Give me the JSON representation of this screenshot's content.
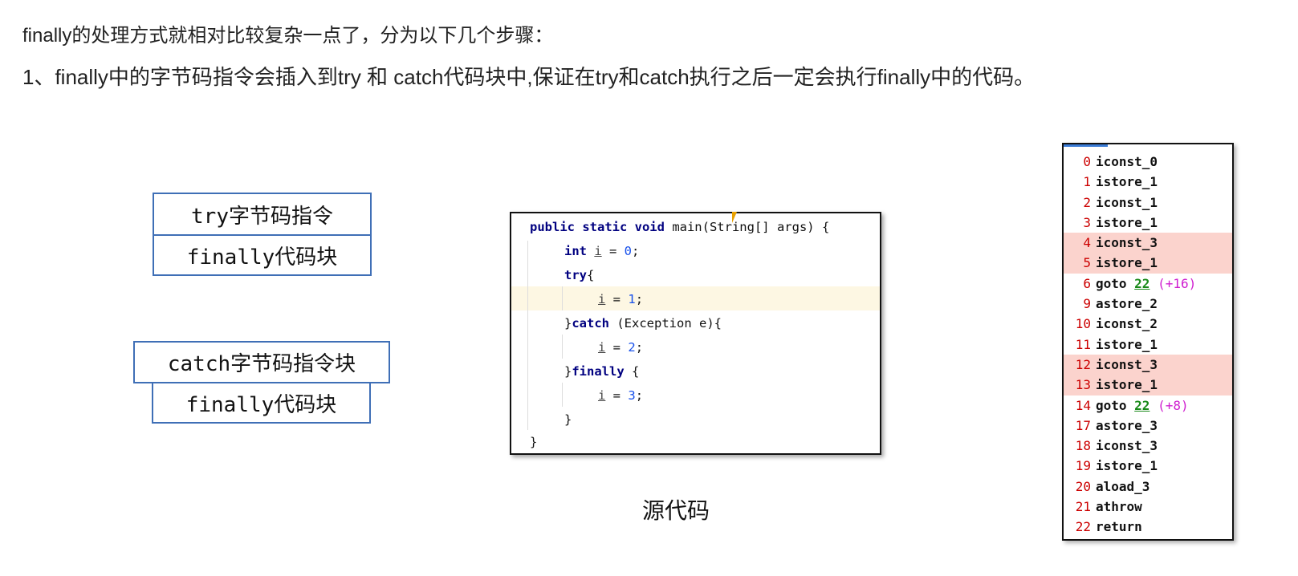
{
  "heading": "finally的处理方式就相对比较复杂一点了，分为以下几个步骤：",
  "step1": "1、finally中的字节码指令会插入到try 和 catch代码块中,保证在try和catch执行之后一定会执行finally中的代码。",
  "blocks": {
    "try": "try字节码指令",
    "try_finally": "finally代码块",
    "catch": "catch字节码指令块",
    "catch_finally": "finally代码块"
  },
  "caption": "源代码",
  "code": {
    "l0a": "public static void ",
    "l0b": "main(String[] args) {",
    "int": "int ",
    "i": "i",
    "eq": " = ",
    "n0": "0",
    "n1": "1",
    "n2": "2",
    "n3": "3",
    "semi": ";",
    "try": "try",
    "ob": "{",
    "catch_pre": "}",
    "catch": "catch",
    " exc": "",
    "exc": " (Exception e){",
    "finally": "finally",
    " fb": "",
    "fb": " {",
    "close": "}"
  },
  "bytecode": [
    {
      "off": "0",
      "op": "iconst_0"
    },
    {
      "off": "1",
      "op": "istore_1"
    },
    {
      "off": "2",
      "op": "iconst_1"
    },
    {
      "off": "3",
      "op": "istore_1"
    },
    {
      "off": "4",
      "op": "iconst_3",
      "hl": true
    },
    {
      "off": "5",
      "op": "istore_1",
      "hl": true
    },
    {
      "off": "6",
      "op": "goto ",
      "target": "22",
      "rel": " (+16)"
    },
    {
      "off": "9",
      "op": "astore_2"
    },
    {
      "off": "10",
      "op": "iconst_2"
    },
    {
      "off": "11",
      "op": "istore_1"
    },
    {
      "off": "12",
      "op": "iconst_3",
      "hl": true
    },
    {
      "off": "13",
      "op": "istore_1",
      "hl": true
    },
    {
      "off": "14",
      "op": "goto ",
      "target": "22",
      "rel": " (+8)"
    },
    {
      "off": "17",
      "op": "astore_3"
    },
    {
      "off": "18",
      "op": "iconst_3"
    },
    {
      "off": "19",
      "op": "istore_1"
    },
    {
      "off": "20",
      "op": "aload_3"
    },
    {
      "off": "21",
      "op": "athrow"
    },
    {
      "off": "22",
      "op": "return"
    }
  ]
}
